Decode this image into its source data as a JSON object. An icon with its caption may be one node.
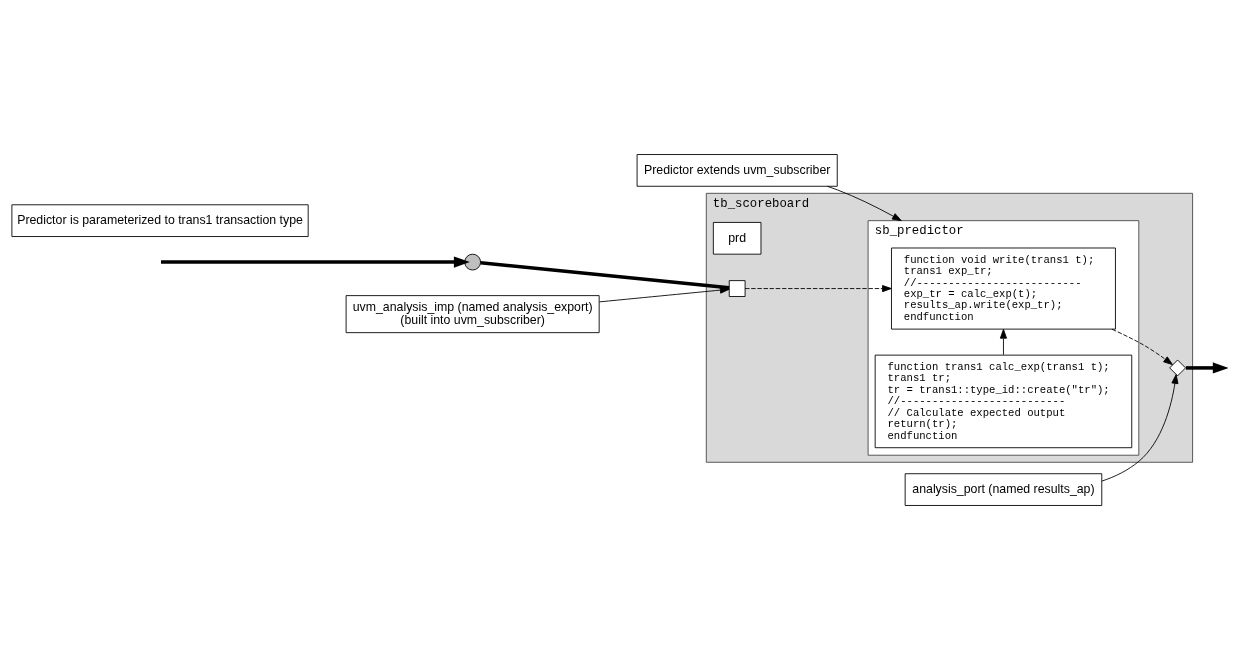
{
  "diagram": {
    "nodes": [
      {
        "text": [
          "Predictor extends uvm_subscriber"
        ]
      },
      {
        "text": [
          "Predictor is parameterized to trans1 transaction type"
        ]
      },
      {
        "text": [
          "tb_scoreboard"
        ]
      },
      {
        "text": [
          "sb_predictor"
        ],
        "in": 2
      },
      {
        "text": [
          "function void write(trans1 t);",
          "trans1 exp_tr;",
          "//--------------------------",
          "exp_tr = calc_exp(t);",
          "results_ap.write(exp_tr);",
          "endfunction"
        ],
        "in": 3
      },
      {
        "text": [
          "function trans1 calc_exp(trans1 t);",
          "trans1 tr;",
          "tr = trans1::type_id::create(\"tr\");",
          "//--------------------------",
          "// Calculate expected output",
          "return(tr);",
          "endfunction"
        ],
        "in": 3
      },
      {
        "text": [
          "prd"
        ],
        "in": 2
      },
      {
        "text": [],
        "shape": "circle"
      },
      {
        "text": [],
        "shape": "box",
        "in": 2
      },
      {
        "text": [],
        "shape": "diamond",
        "in": 2
      },
      {
        "text": [
          "uvm_analysis_imp (named analysis_export)",
          "(built into uvm_subscriber)"
        ]
      },
      {
        "text": [
          "analysis_port (named results_ap)"
        ]
      }
    ],
    "edges": [
      {
        "from": null,
        "to": 7,
        "arrow": "to",
        "style": "thick"
      },
      {
        "from": 7,
        "to": 8,
        "arrow": "none",
        "style": "thick"
      },
      {
        "from": 8,
        "to": 4,
        "arrow": "to",
        "style": "dashed"
      },
      {
        "from": 4,
        "to": 9,
        "arrow": "to",
        "style": "dashed"
      },
      {
        "from": 9,
        "to": null,
        "arrow": "to",
        "style": "thick"
      },
      {
        "from": 5,
        "to": 4,
        "arrow": "to"
      },
      {
        "from": 0,
        "to": 3,
        "arrow": "to"
      },
      {
        "from": 10,
        "to": 8,
        "arrow": "to"
      },
      {
        "from": 11,
        "to": 9,
        "arrow": "to"
      }
    ]
  }
}
